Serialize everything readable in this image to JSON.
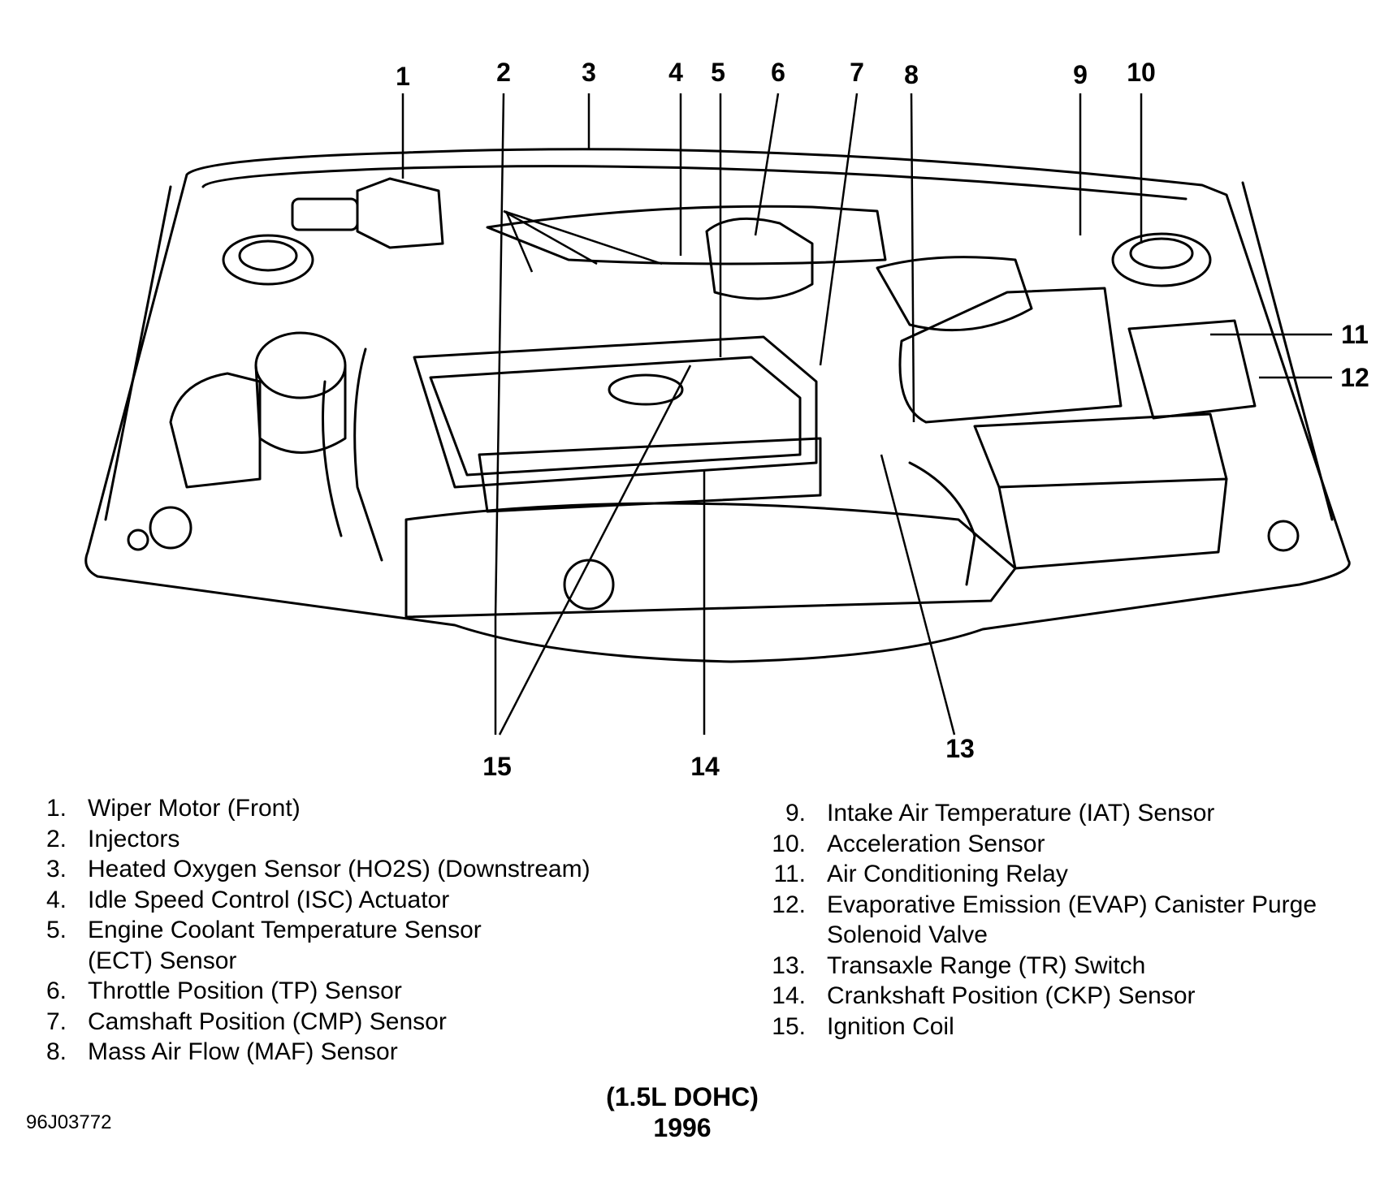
{
  "callouts": [
    "1",
    "2",
    "3",
    "4",
    "5",
    "6",
    "7",
    "8",
    "9",
    "10",
    "11",
    "12",
    "13",
    "14",
    "15"
  ],
  "legend": {
    "left": [
      {
        "num": "1.",
        "text": "Wiper Motor (Front)"
      },
      {
        "num": "2.",
        "text": "Injectors"
      },
      {
        "num": "3.",
        "text": "Heated Oxygen Sensor (HO2S) (Downstream)"
      },
      {
        "num": "4.",
        "text": "Idle Speed Control (ISC) Actuator"
      },
      {
        "num": "5.",
        "text": "Engine Coolant Temperature Sensor (ECT) Sensor"
      },
      {
        "num": "6.",
        "text": "Throttle Position (TP) Sensor"
      },
      {
        "num": "7.",
        "text": "Camshaft Position (CMP) Sensor"
      },
      {
        "num": "8.",
        "text": "Mass Air Flow (MAF) Sensor"
      }
    ],
    "right": [
      {
        "num": "9.",
        "text": "Intake Air Temperature (IAT) Sensor"
      },
      {
        "num": "10.",
        "text": "Acceleration Sensor"
      },
      {
        "num": "11.",
        "text": "Air Conditioning Relay"
      },
      {
        "num": "12.",
        "text": "Evaporative Emission (EVAP) Canister Purge Solenoid Valve"
      },
      {
        "num": "13.",
        "text": "Transaxle Range (TR) Switch"
      },
      {
        "num": "14.",
        "text": "Crankshaft Position (CKP) Sensor"
      },
      {
        "num": "15.",
        "text": "Ignition Coil"
      }
    ]
  },
  "caption": {
    "engine": "(1.5L DOHC)",
    "year": "1996"
  },
  "figure_id": "96J03772"
}
